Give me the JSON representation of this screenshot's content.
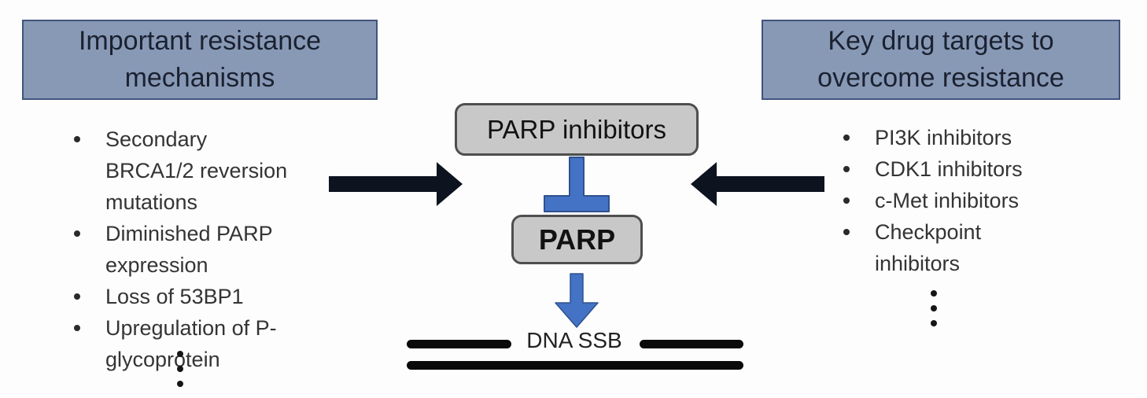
{
  "diagram": {
    "left_panel": {
      "title_lines": [
        "Important resistance",
        "mechanisms"
      ],
      "items": [
        "Secondary BRCA1/2 reversion mutations",
        "Diminished PARP expression",
        "Loss of 53BP1",
        "Upregulation of P-glycoprotein"
      ]
    },
    "right_panel": {
      "title_lines": [
        "Key drug targets to",
        "overcome resistance"
      ],
      "items": [
        "PI3K inhibitors",
        "CDK1 inhibitors",
        "c-Met inhibitors",
        "Checkpoint inhibitors"
      ]
    },
    "center": {
      "top_box_label": "PARP inhibitors",
      "bottom_box_label": "PARP",
      "dna_label": "DNA SSB"
    },
    "colors": {
      "panel_fill": "#8899B6",
      "panel_border": "#41537E",
      "gray_box_fill": "#C8C8C8",
      "gray_box_border": "#4E4E4E",
      "blue_accent": "#4472C4",
      "blue_accent_border": "#2F528F",
      "arrow_black": "#0D1420",
      "dna_black": "#0A0A0A"
    }
  }
}
